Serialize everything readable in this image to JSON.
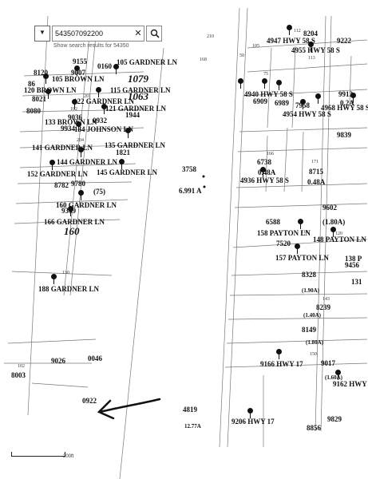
{
  "search": {
    "value": "543507092200",
    "suggestion": "Show search results for 54350",
    "clear_glyph": "✕",
    "dropdown_icon": "chevron-down-icon",
    "search_icon": "search-icon"
  },
  "scale": {
    "label": "200ft"
  },
  "map_labels": {
    "l001": "9155",
    "l002": "0160",
    "l003": "105 GARDNER LN",
    "l004": "8120",
    "l005": "9007",
    "l006": "105 BROWN LN",
    "l007": "1079",
    "l008": "86",
    "l009": "120 BROWN LN",
    "l010": "115 GARDNER LN",
    "l011": "8021",
    "l012": "1063",
    "l013": "122 GARDNER LN",
    "l014": "121 GARDNER LN",
    "l015": "8080",
    "l016": "1944",
    "l017": "9036",
    "l018": "133 BROWN LN",
    "l019": "0932",
    "l020": "9934",
    "l021": "134 JOHNSON LN",
    "l022": "135 GARDNER LN",
    "l023": "141 GARDNER LN",
    "l024": "1821",
    "l025": "144 GARDNER LN",
    "l026": "145 GARDNER LN",
    "l027": "152 GARDNER LN",
    "l028": "8782",
    "l029": "9780",
    "l030": "(75)",
    "l031": "160 GARDNER LN",
    "l032": "9369",
    "l033": "166 GARDNER LN",
    "l034": "160",
    "l035": "188 GARDNER LN",
    "l036": "9026",
    "l037": "0046",
    "l038": "8003",
    "l039": "0922",
    "l040": "3758",
    "l041": "6.991 A",
    "l042": "8204",
    "l043": "4947 HWY 58 S",
    "l044": "9222",
    "l045": "4955 HWY 58 S",
    "l046": "4940 HWY 58 S",
    "l047": "6909",
    "l048": "6989",
    "l049": "7958",
    "l050": "9913",
    "l051": "0.2A",
    "l052": "4968 HWY 58 S",
    "l053": "4954 HWY 58 S",
    "l054": "9839",
    "l055": "6738",
    "l056": "0.48A",
    "l057": "8715",
    "l058": "0.48A",
    "l059": "4936 HWY 58 S",
    "l060": "9602",
    "l061": "6588",
    "l062": "(1.80A)",
    "l063": "158 PAYTON LN",
    "l064": "148 PAYTON LN",
    "l065": "7520",
    "l066": "157 PAYTON LN",
    "l067": "138 P",
    "l068": "9456",
    "l069": "8328",
    "l070": "131",
    "l071": "(1.90A)",
    "l072": "8239",
    "l073": "(1.40A)",
    "l074": "8149",
    "l075": "(1.80A)",
    "l076": "9166 HWY 17",
    "l077": "9017",
    "l078": "(1.60A)",
    "l079": "9162 HWY",
    "l080": "4819",
    "l081": "9206 HWY 17",
    "l082": "12.77A",
    "l083": "9829",
    "l084": "8856"
  },
  "small_labels": {
    "s01": "210",
    "s02": "105",
    "s03": "168",
    "s04": "50",
    "s05": "112",
    "s06": "113",
    "s07": "75",
    "s08": "102",
    "s09": "204",
    "s10": "201",
    "s11": "166",
    "s12": "171",
    "s13": "118",
    "s14": "120",
    "s15": "130",
    "s16": "143",
    "s17": "150",
    "s18": "102"
  }
}
